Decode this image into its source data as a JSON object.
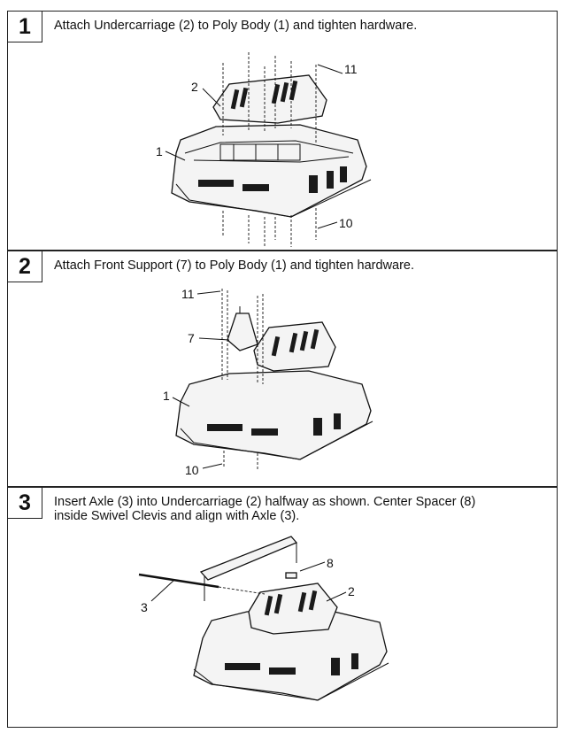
{
  "steps": [
    {
      "number": "1",
      "instruction": "Attach Undercarriage (2) to Poly Body (1) and tighten hardware.",
      "callouts": {
        "a": "2",
        "b": "11",
        "c": "1",
        "d": "10"
      }
    },
    {
      "number": "2",
      "instruction": "Attach Front Support (7) to Poly Body (1) and tighten hardware.",
      "callouts": {
        "a": "11",
        "b": "7",
        "c": "1",
        "d": "10"
      }
    },
    {
      "number": "3",
      "instruction_line1": "Insert Axle (3) into Undercarriage (2) halfway as shown. Center Spacer (8)",
      "instruction_line2": "inside Swivel Clevis and align with Axle (3).",
      "callouts": {
        "a": "8",
        "b": "2",
        "c": "3"
      }
    }
  ]
}
